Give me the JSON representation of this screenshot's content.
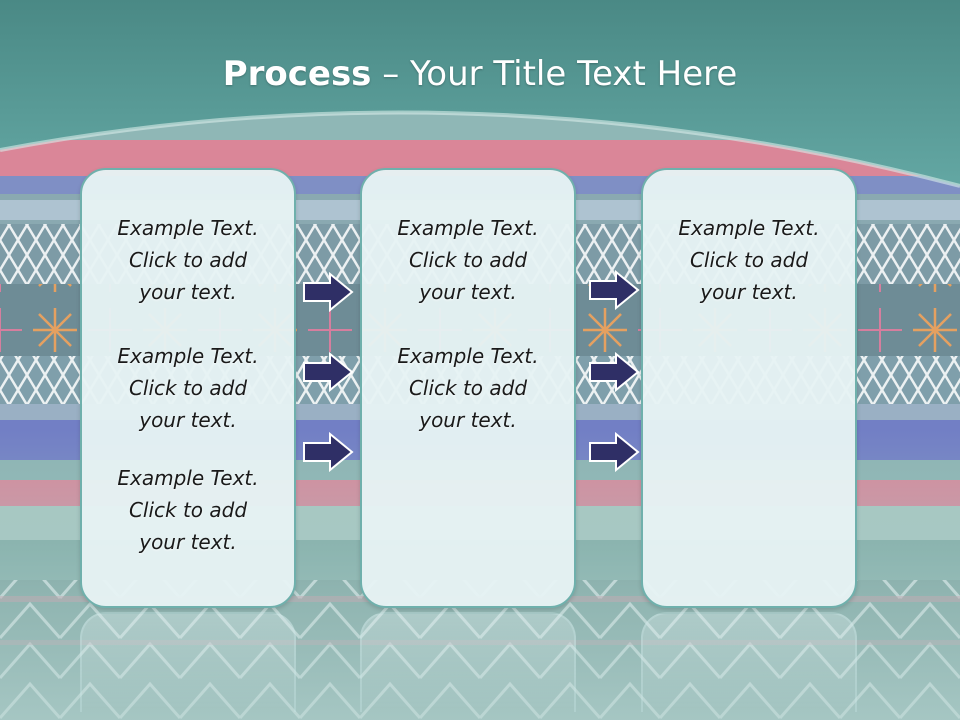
{
  "title": {
    "bold": "Process",
    "rest": " – Your Title Text Here"
  },
  "columns": [
    {
      "paragraphs": [
        [
          "Example Text.",
          "Click  to add",
          "your text."
        ],
        [
          "Example Text.",
          "Click  to add",
          "your text."
        ],
        [
          "Example Text.",
          "Click  to add",
          "your text."
        ]
      ]
    },
    {
      "paragraphs": [
        [
          "Example Text.",
          "Click  to add",
          "your text."
        ],
        [
          "Example Text.",
          "Click  to add",
          "your text."
        ]
      ]
    },
    {
      "paragraphs": [
        [
          "Example Text.",
          "Click  to add",
          "your text."
        ]
      ]
    }
  ],
  "colors": {
    "header": "#4f8f8b",
    "panel_fill": "#e6f3f4",
    "panel_border": "#6fb0ac",
    "arrow_fill": "#2f2f66"
  },
  "icons": {
    "arrow": "right-arrow-icon"
  }
}
